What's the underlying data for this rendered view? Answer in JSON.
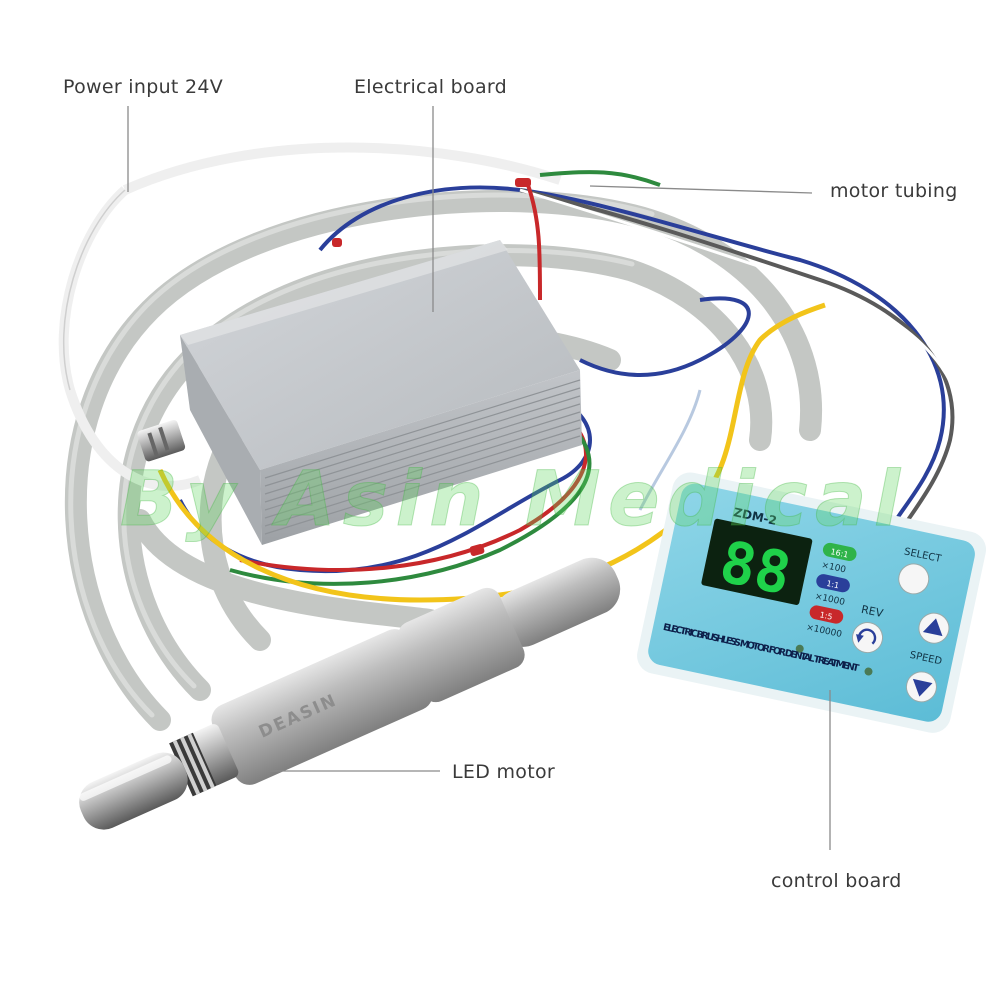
{
  "labels": {
    "power_input": "Power input 24V",
    "electrical_board": "Electrical board",
    "motor_tubing": "motor tubing",
    "led_motor": "LED motor",
    "control_board": "control board"
  },
  "control_panel": {
    "model": "ZDM-2",
    "display": "88",
    "ratio_1": "16:1",
    "mult_1": "×100",
    "ratio_2": "1:1",
    "mult_2": "×1000",
    "ratio_3": "1:5",
    "mult_3": "×10000",
    "select_label": "SELECT",
    "rev_label": "REV",
    "speed_label": "SPEED",
    "product_name": "ELECTRIC BRUSHLESS MOTOR FOR DENTAL TREATMENT"
  },
  "motor_brand": "DEASIN",
  "watermark": "By Asin Medical",
  "colors": {
    "panel": "#6ec8de",
    "display_digits": "#1fd24a",
    "box": "#c9ccd0",
    "tubing": "#c4c7c4",
    "wire_yellow": "#f2c41a",
    "wire_blue": "#2a3f9a",
    "wire_red": "#c8282a",
    "wire_green": "#2e8a3e"
  }
}
